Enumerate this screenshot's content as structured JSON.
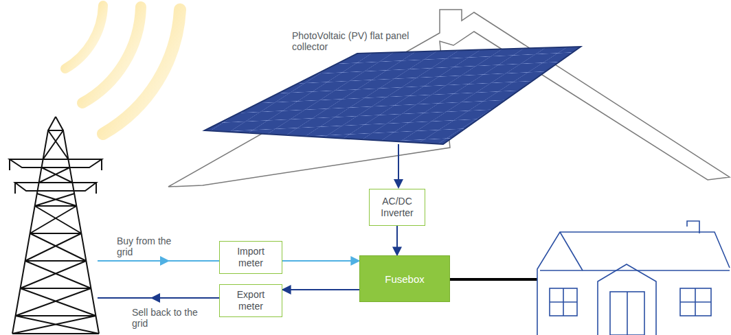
{
  "diagram": {
    "nodes": [
      {
        "text": [
          "AC/DC Inverter"
        ]
      },
      {
        "text": [
          "Import meter"
        ]
      },
      {
        "text": [
          "Export meter"
        ]
      },
      {
        "text": [
          "Fusebox"
        ]
      }
    ],
    "edges": [
      {
        "from": 0,
        "to": 3,
        "arrow": "to"
      },
      {
        "from": 1,
        "to": 3,
        "arrow": "to"
      },
      {
        "from": 3,
        "to": 2,
        "arrow": "to"
      }
    ],
    "labels": [
      "PhotoVoltaic (PV) flat panel collector",
      "Buy from the grid",
      "Sell back to the grid"
    ]
  }
}
